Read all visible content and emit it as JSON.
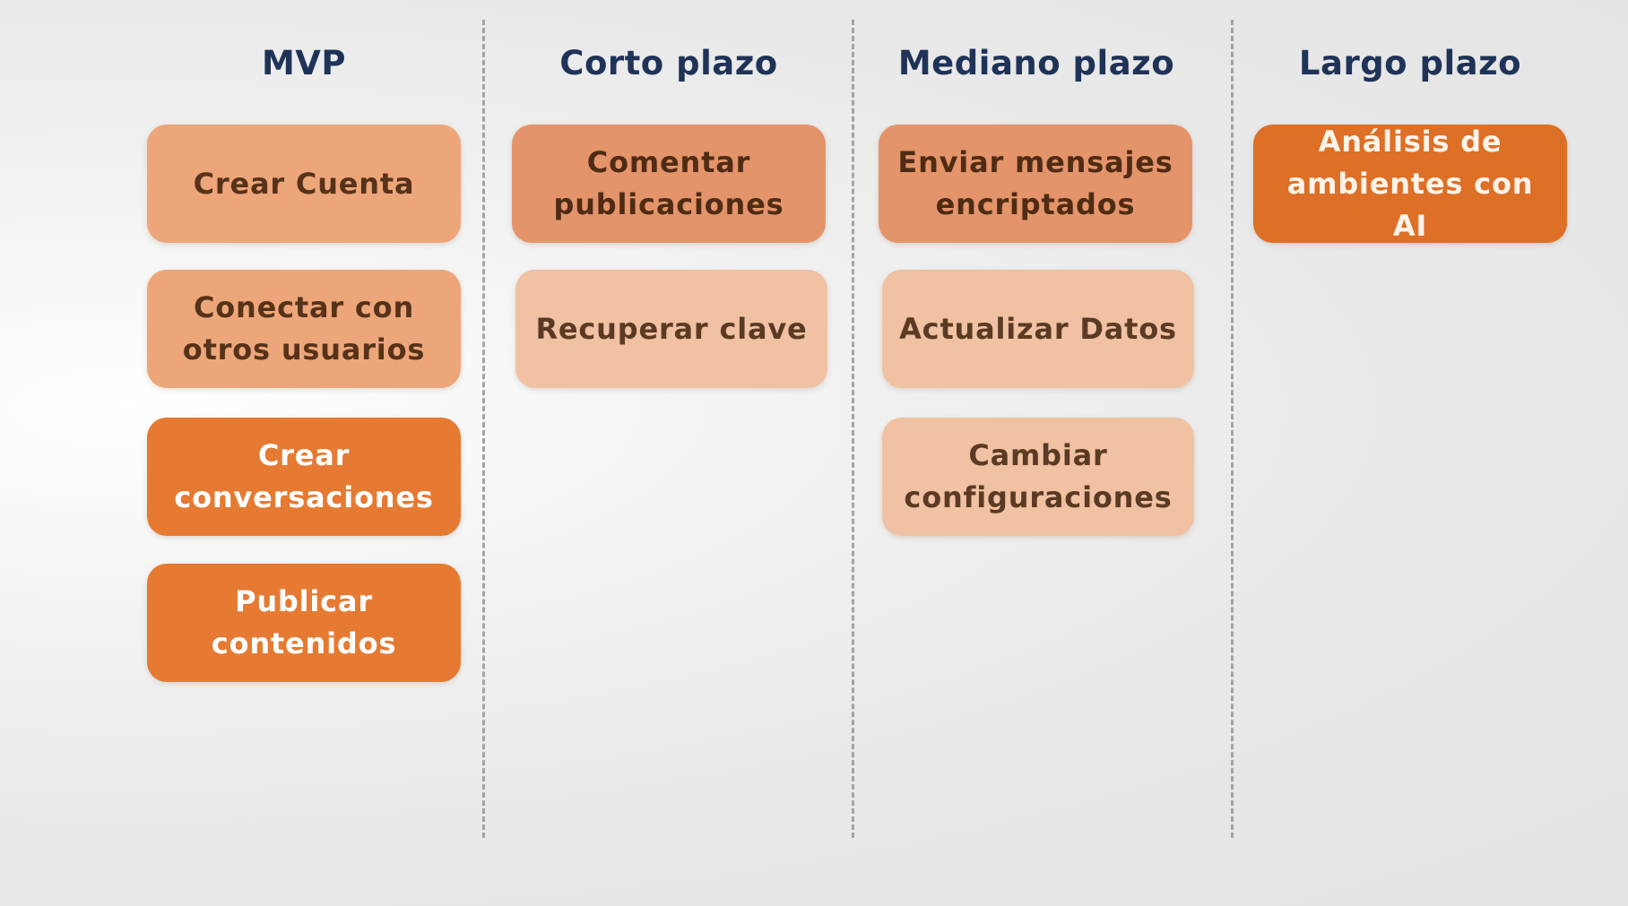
{
  "roadmap": {
    "columns": [
      {
        "title": "MVP",
        "cards": [
          {
            "label": "Crear Cuenta",
            "tone": "medium"
          },
          {
            "label": "Conectar con\notros usuarios",
            "tone": "medium"
          },
          {
            "label": "Crear\nconversaciones",
            "tone": "dark"
          },
          {
            "label": "Publicar\ncontenidos",
            "tone": "dark"
          }
        ]
      },
      {
        "title": "Corto plazo",
        "cards": [
          {
            "label": "Comentar\npublicaciones",
            "tone": "mid2"
          },
          {
            "label": "Recuperar clave",
            "tone": "light"
          }
        ]
      },
      {
        "title": "Mediano plazo",
        "cards": [
          {
            "label": "Enviar mensajes\nencriptados",
            "tone": "mid2"
          },
          {
            "label": "Actualizar Datos",
            "tone": "light"
          },
          {
            "label": "Cambiar\nconfiguraciones",
            "tone": "light"
          }
        ]
      },
      {
        "title": "Largo plazo",
        "cards": [
          {
            "label": "Análisis de\nambientes con AI",
            "tone": "darker"
          }
        ]
      }
    ]
  }
}
